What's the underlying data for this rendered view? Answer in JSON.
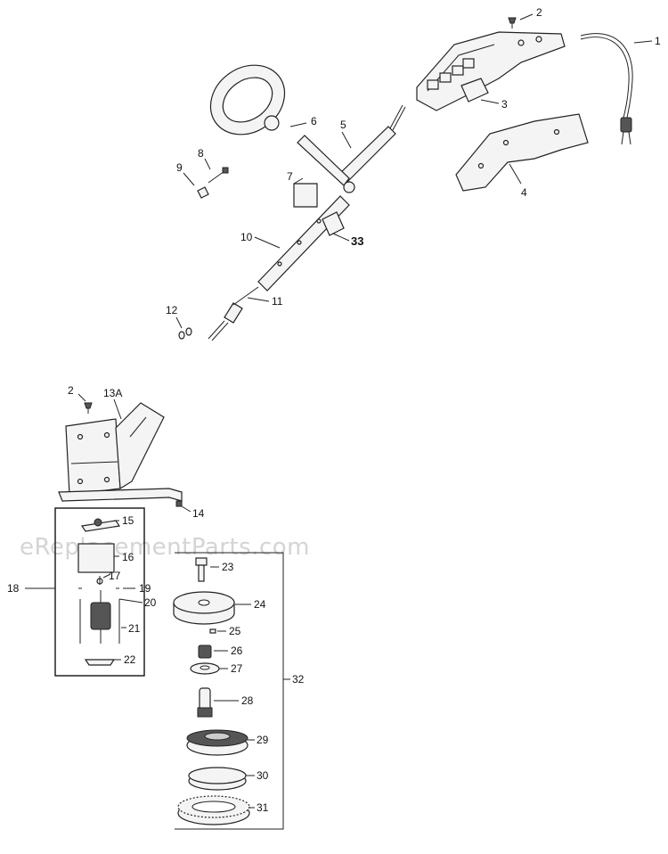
{
  "watermark": "eReplacementParts.com",
  "labels": {
    "p1": "1",
    "p2": "2",
    "p3": "3",
    "p4": "4",
    "p5": "5",
    "p6": "6",
    "p7": "7",
    "p8": "8",
    "p9": "9",
    "p10": "10",
    "p11": "11",
    "p12": "12",
    "p33": "33",
    "p2b": "2",
    "p13a": "13A",
    "p14": "14",
    "p15": "15",
    "p16": "16",
    "p17": "17",
    "p18": "18",
    "p19": "19",
    "p20": "20",
    "p21": "21",
    "p22": "22",
    "p23": "23",
    "p24": "24",
    "p25": "25",
    "p26": "26",
    "p27": "27",
    "p28": "28",
    "p29": "29",
    "p30": "30",
    "p31": "31",
    "p32": "32"
  }
}
